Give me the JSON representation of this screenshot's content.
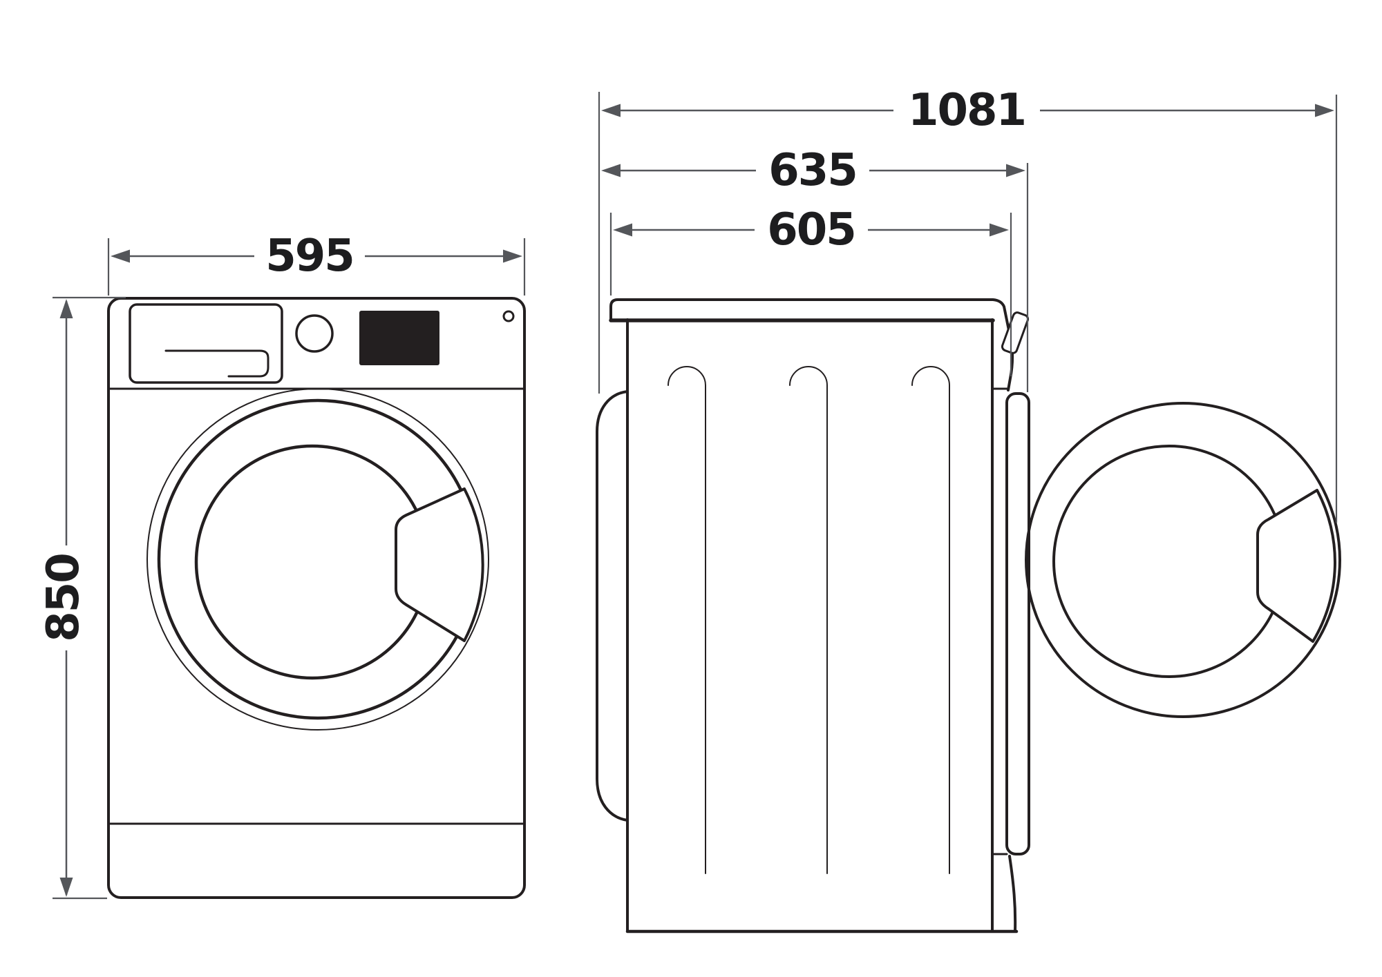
{
  "diagram": {
    "subject": "washing-machine-dimension-drawing",
    "views": {
      "front": "front-view",
      "side": "side-view-door-open"
    },
    "dimensions": {
      "front_width": "595",
      "front_height": "850",
      "depth_door_open": "1081",
      "depth_overall": "635",
      "depth_body": "605"
    },
    "colors": {
      "background": "#ffffff",
      "artwork_line": "#231f20",
      "dimension_line": "#54565a",
      "dimension_text": "#1d1d1f",
      "display_fill": "#231f20"
    }
  }
}
